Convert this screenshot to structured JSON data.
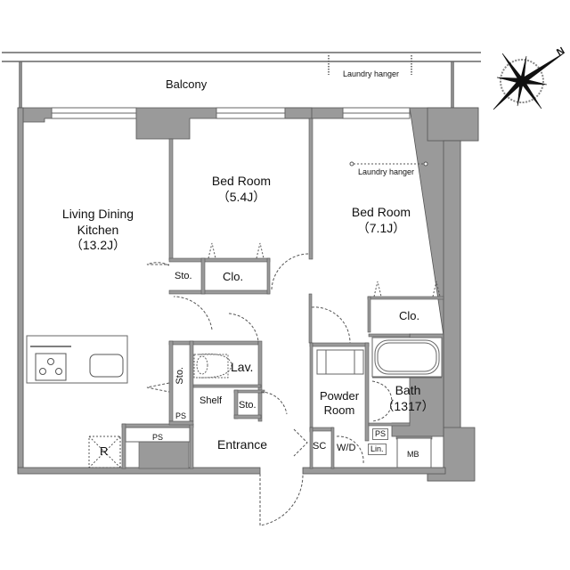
{
  "floorplan": {
    "colors": {
      "wall": "#9a9a9a",
      "wall_stroke": "#555555",
      "background": "#ffffff",
      "door_swing": "#555555"
    },
    "balcony": {
      "label": "Balcony",
      "laundry_hanger_label": "Laundry hanger"
    },
    "compass": {
      "north_label": "N",
      "icon": "compass-rose-icon"
    },
    "rooms": {
      "ldk": {
        "line1": "Living Dining",
        "line2": "Kitchen",
        "size": "（13.2J）"
      },
      "bedroom1": {
        "line1": "Bed Room",
        "size": "（5.4J）"
      },
      "bedroom2": {
        "line1": "Bed Room",
        "size": "（7.1J）",
        "laundry_hanger_label": "Laundry hanger"
      },
      "bath": {
        "line1": "Bath",
        "size": "（1317）"
      },
      "powder_room": {
        "line1": "Powder",
        "line2": "Room"
      },
      "entrance": {
        "label": "Entrance"
      },
      "lavatory": {
        "label": "Lav."
      }
    },
    "storage": {
      "sto_bedroom1": "Sto.",
      "clo_bedroom1": "Clo.",
      "clo_bedroom2": "Clo.",
      "sto_hall": "Sto.",
      "sto_entrance": "Sto.",
      "shelf": "Shelf",
      "ps_small": "PS",
      "ps_kitchen": "PS",
      "ps_bath": "PS",
      "sc": "SC",
      "wd": "W/D",
      "lin": "Lin.",
      "mb": "MB",
      "refrigerator": "R"
    }
  }
}
